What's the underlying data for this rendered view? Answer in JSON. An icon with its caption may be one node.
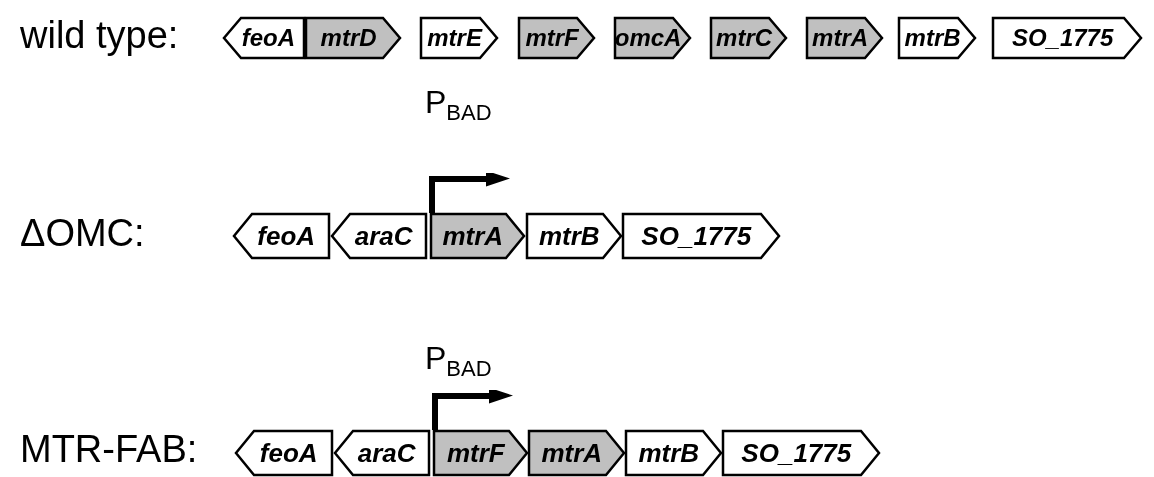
{
  "diagram": {
    "nodes": [
      {
        "text": [
          "feoA"
        ]
      },
      {
        "text": [
          "mtrD"
        ]
      },
      {
        "text": [
          "mtrE"
        ]
      },
      {
        "text": [
          "mtrF"
        ]
      },
      {
        "text": [
          "omcA"
        ]
      },
      {
        "text": [
          "mtrC"
        ]
      },
      {
        "text": [
          "mtrA"
        ]
      },
      {
        "text": [
          "mtrB"
        ]
      },
      {
        "text": [
          "SO_1775"
        ]
      },
      {
        "text": [
          "feoA"
        ]
      },
      {
        "text": [
          "araC"
        ]
      },
      {
        "text": [
          "mtrA"
        ]
      },
      {
        "text": [
          "mtrB"
        ]
      },
      {
        "text": [
          "SO_1775"
        ]
      },
      {
        "text": [
          "feoA"
        ]
      },
      {
        "text": [
          "araC"
        ]
      },
      {
        "text": [
          "mtrF"
        ]
      },
      {
        "text": [
          "mtrA"
        ]
      },
      {
        "text": [
          "mtrB"
        ]
      },
      {
        "text": [
          "SO_1775"
        ]
      }
    ],
    "edges": [],
    "labels": [
      "wild type:",
      "P$_{BAD}$",
      "ΔOMC:",
      "P$_{BAD}$",
      "MTR-FAB:"
    ]
  }
}
